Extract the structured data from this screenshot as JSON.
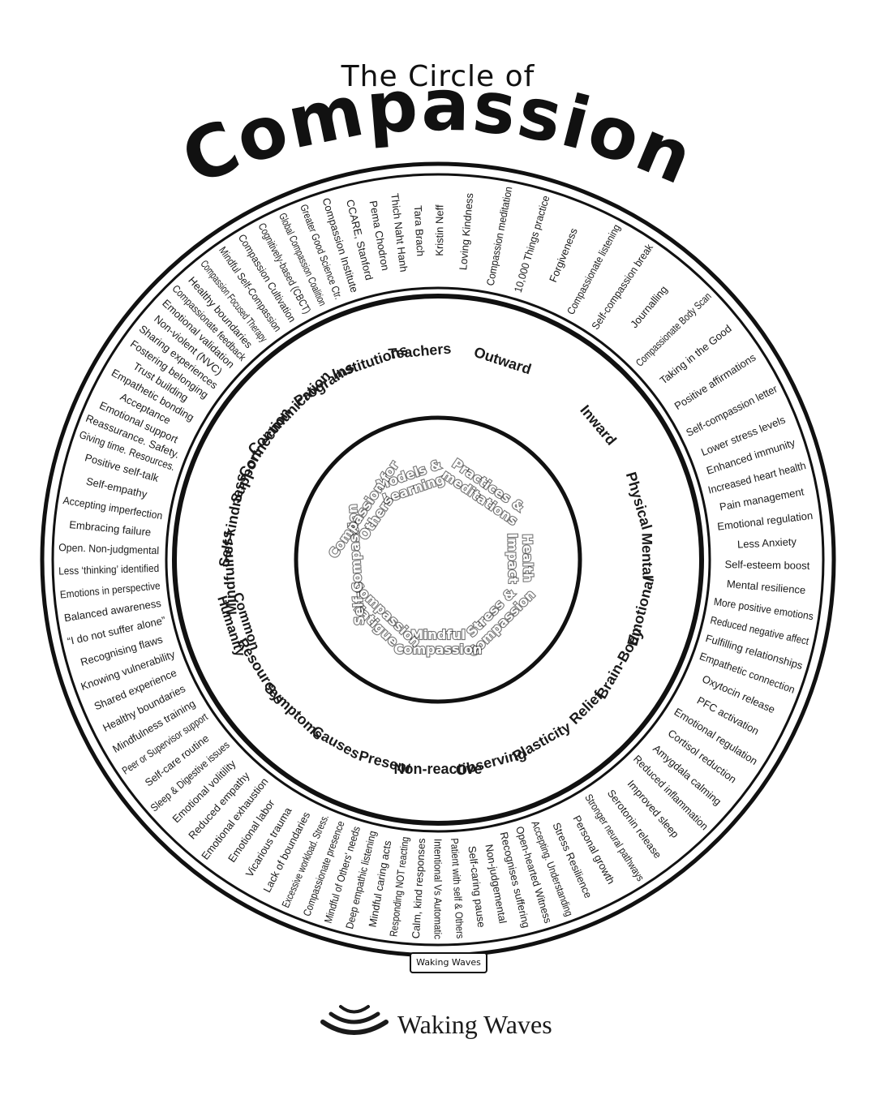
{
  "title": {
    "line1": "The Circle of",
    "line2": "Compassion"
  },
  "watermark": "Waking Waves",
  "brand": {
    "name": "Waking Waves"
  },
  "colors": {
    "purple": "#c26fc2",
    "purple_light": "#d896d8",
    "green": "#10d9b8",
    "green_light": "#6fe9d4",
    "cyan": "#5ee0ea",
    "cyan_light": "#9cecf2",
    "teal": "#00a5a5",
    "teal_light": "#3fbfbf",
    "yellow": "#fff135",
    "yellow_light": "#fff680",
    "magenta": "#f5346f",
    "magenta_light": "#f77399",
    "rose": "#ec7b8a",
    "rose_light": "#f4a5b0",
    "pink": "#fdbfd0",
    "pink_light": "#fde0e8"
  },
  "wheel": {
    "sectors": [
      {
        "label": "Models & Learning",
        "color_key": "purple",
        "subcategories": [
          {
            "label": "Programs",
            "items": [
              "Compassion Focused Therapy",
              "Mindful Self-Compassion",
              "Compassion Cultivation",
              "Cognitively-based (CBCT)"
            ]
          },
          {
            "label": "Institutions",
            "items": [
              "Global Compassion Coalition",
              "Greater Good Science Ctr.",
              "Compassion Institute",
              "CCARE, Stanford"
            ]
          },
          {
            "label": "Teachers",
            "items": [
              "Pema Chodron",
              "Thich Naht Hanh",
              "Tara Brach",
              "Kristin Neff"
            ]
          }
        ]
      },
      {
        "label": "Practices & meditations",
        "color_key": "green",
        "subcategories": [
          {
            "label": "Outward",
            "items": [
              "Loving Kindness",
              "Compassion meditation",
              "10,000 Things practice",
              "Forgiveness",
              "Compassionate listening"
            ]
          },
          {
            "label": "Inward",
            "items": [
              "Self-compassion break",
              "Journalling",
              "Compassionate Body Scan",
              "Taking in the Good",
              "Positive affirmations",
              "Self-compassion letter"
            ]
          }
        ]
      },
      {
        "label": "Health Impact",
        "color_key": "cyan",
        "subcategories": [
          {
            "label": "Physical",
            "items": [
              "Lower stress levels",
              "Enhanced immunity",
              "Increased heart health",
              "Pain management"
            ]
          },
          {
            "label": "Mental",
            "items": [
              "Emotional regulation",
              "Less Anxiety",
              "Self-esteem boost",
              "Mental resilience"
            ]
          },
          {
            "label": "Emotional",
            "items": [
              "More positive emotions",
              "Reduced negative affect",
              "Fulfilling relationships",
              "Empathetic connection"
            ]
          }
        ]
      },
      {
        "label": "Stress & Compassion",
        "color_key": "teal",
        "subcategories": [
          {
            "label": "Brain-Body",
            "items": [
              "Oxytocin release",
              "PFC activation"
            ]
          },
          {
            "label": "Relief",
            "items": [
              "Emotional regulation",
              "Cortisol reduction",
              "Amygdala calming",
              "Reduced inflammation"
            ]
          },
          {
            "label": "Plasticity",
            "items": [
              "Improved sleep",
              "Serotonin release",
              "Stronger neural pathways",
              "Personal growth",
              "Stress Resilience"
            ]
          }
        ]
      },
      {
        "label": "Mindful Compassion",
        "color_key": "yellow",
        "subcategories": [
          {
            "label": "Observing",
            "items": [
              "Accepting. Understanding",
              "Open-hearted Witness",
              "Recognises suffering",
              "Non-judgemental"
            ]
          },
          {
            "label": "Non-reactive",
            "items": [
              "Self-caring pause",
              "Patient with self & Others",
              "Intentional Vs Automatic",
              "Calm, kind responses"
            ]
          },
          {
            "label": "Present",
            "items": [
              "Responding NOT reacting",
              "Mindful caring acts",
              "Deep empathic listening",
              "Mindful of Others' needs",
              "Compassionate presence"
            ]
          }
        ]
      },
      {
        "label": "Compassion Fatigue",
        "color_key": "magenta",
        "subcategories": [
          {
            "label": "Causes",
            "items": [
              "Excessive workload. Stress.",
              "Lack of boundaries",
              "Vicarious trauma",
              "Emotional labor"
            ]
          },
          {
            "label": "Symptoms",
            "items": [
              "Emotional exhaustion",
              "Reduced empathy",
              "Emotional volitility",
              "Sleep & Digestive issues"
            ]
          },
          {
            "label": "Resources",
            "items": [
              "Self-care routine",
              "Peer or Supervisor support",
              "Mindfulness training",
              "Healthy boundaries"
            ]
          }
        ]
      },
      {
        "label": "Self-Compassion",
        "color_key": "rose",
        "subcategories": [
          {
            "label": "Common Humanity",
            "items": [
              "Shared experience",
              "Knowing vulnerability",
              "Recognising flaws",
              "“I do not suffer alone”"
            ]
          },
          {
            "label": "Mindfulness",
            "items": [
              "Balanced awareness",
              "Emotions in perspective",
              "Less ‘thinking’ identified",
              "Open. Non-judgmental"
            ]
          },
          {
            "label": "Self-kindness",
            "items": [
              "Embracing failure",
              "Accepting imperfection",
              "Self-empathy",
              "Positive self-talk"
            ]
          }
        ]
      },
      {
        "label": "Compassion for Others",
        "color_key": "pink",
        "subcategories": [
          {
            "label": "Support",
            "items": [
              "Giving time. Resources.",
              "Reassurance. Safety.",
              "Emotional support",
              "Acceptance"
            ]
          },
          {
            "label": "Connection",
            "items": [
              "Empathetic bonding",
              "Trust building",
              "Fostering belonging",
              "Sharing experiences"
            ]
          },
          {
            "label": "Communication",
            "items": [
              "Non-violent (NVC)",
              "Emotional validation",
              "Compassionate feedback",
              "Healthy boundaries"
            ]
          }
        ]
      }
    ]
  }
}
